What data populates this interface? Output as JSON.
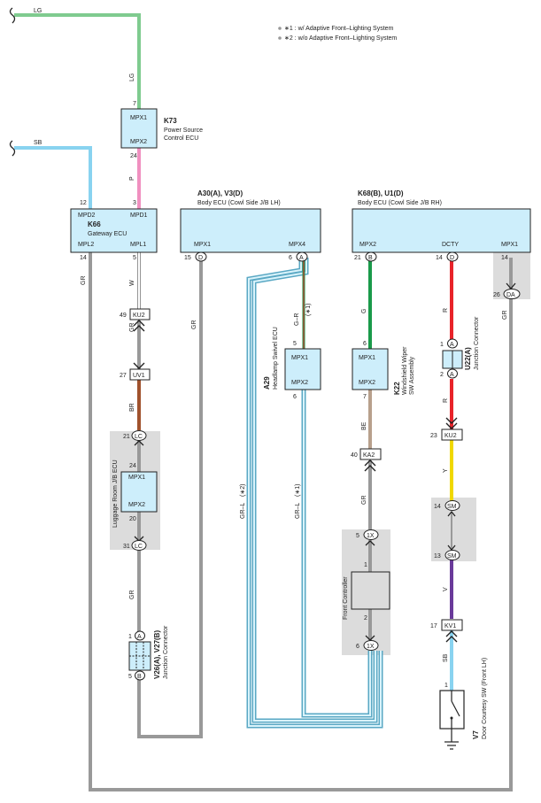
{
  "notes": [
    "∗1 : w/ Adaptive Front–Lighting System",
    "∗2 : w/o Adaptive Front–Lighting System"
  ],
  "colors": {
    "LG": "#7fcb8f",
    "SB": "#89d3f0",
    "P": "#f090c0",
    "GR": "#999999",
    "W": "#ffffff",
    "BR": "#a0522d",
    "G": "#1a9a4a",
    "R": "#e8232a",
    "BE": "#b8a08c",
    "Y": "#f0d800",
    "V": "#6a3a9a",
    "box": "#cdeefb",
    "shade": "#dcdcdc"
  },
  "wire_labels": {
    "lg": "LG",
    "sb": "SB",
    "p": "P",
    "gr": "GR",
    "w": "W",
    "br": "BR",
    "g_r": "G–R",
    "g": "G",
    "r": "R",
    "be": "BE",
    "y": "Y",
    "v": "V",
    "gr_l": "GR–L",
    "s1": "(∗1)",
    "s2": "(∗2)"
  },
  "k73": {
    "code": "K73",
    "name1": "Power Source",
    "name2": "Control ECU",
    "p_top": "MPX1",
    "p_bot": "MPX2",
    "pin_top": "7",
    "pin_bot": "24"
  },
  "k66": {
    "code": "K66",
    "name": "Gateway ECU",
    "p_mpd2": "MPD2",
    "p_mpd1": "MPD1",
    "p_mpl2": "MPL2",
    "p_mpl1": "MPL1",
    "pin_mpd2": "12",
    "pin_mpd1": "3",
    "pin_mpl2": "14",
    "pin_mpl1": "5"
  },
  "body_lh": {
    "code": "A30(A), V3(D)",
    "name": "Body ECU (Cowl Side J/B LH)",
    "p1": "MPX1",
    "p2": "MPX4",
    "pin1": "15",
    "c1": "D",
    "pin2": "6",
    "c2": "A"
  },
  "body_rh": {
    "code": "K68(B), U1(D)",
    "name": "Body ECU (Cowl Side J/B RH)",
    "p1": "MPX2",
    "p2": "DCTY",
    "p3": "MPX1",
    "pin1": "21",
    "c1": "B",
    "pin2": "14",
    "c2": "D",
    "pin3": "14"
  },
  "a29": {
    "code": "A29",
    "name": "Headlamp Swivel ECU",
    "p_top": "MPX1",
    "p_bot": "MPX2",
    "pin_top": "5",
    "pin_bot": "6"
  },
  "k22": {
    "code": "K22",
    "name1": "Windshield Wiper",
    "name2": "SW Assembly",
    "p_top": "MPX1",
    "p_bot": "MPX2",
    "pin_top": "6",
    "pin_bot": "7"
  },
  "u22": {
    "code": "U22(A)",
    "name": "Junction Connector",
    "pin_top": "1",
    "c_top": "A",
    "pin_bot": "2",
    "c_bot": "A"
  },
  "da": {
    "pin": "26",
    "code": "DA"
  },
  "luggage": {
    "name": "Luggage Room J/B ECU",
    "p_top": "MPX1",
    "p_bot": "MPX2",
    "pin_top": "24",
    "pin_bot": "20"
  },
  "lc_top": {
    "pin": "21",
    "code": "LC"
  },
  "lc_bot": {
    "pin": "31",
    "code": "LC"
  },
  "ku2_l": {
    "pin": "49",
    "code": "KU2"
  },
  "uv1": {
    "pin": "27",
    "code": "UV1"
  },
  "v26": {
    "code": "V26(A), V27(B)",
    "name": "Junction Connector",
    "pin_top": "1",
    "c_top": "A",
    "pin_bot": "5",
    "c_bot": "B"
  },
  "ka2": {
    "pin": "40",
    "code": "KA2"
  },
  "front": {
    "name": "Front Controller",
    "pin_top": "1",
    "pin_bot": "2"
  },
  "ix_top": {
    "pin": "5",
    "code": "1X"
  },
  "ix_bot": {
    "pin": "6",
    "code": "1X"
  },
  "ku2_r": {
    "pin": "23",
    "code": "KU2"
  },
  "sm_top": {
    "pin": "14",
    "code": "SM"
  },
  "sm_bot": {
    "pin": "13",
    "code": "SM"
  },
  "kv1": {
    "pin": "17",
    "code": "KV1"
  },
  "v7": {
    "code": "V7",
    "name": "Door Courtesy SW (Front LH)",
    "pin": "1"
  }
}
